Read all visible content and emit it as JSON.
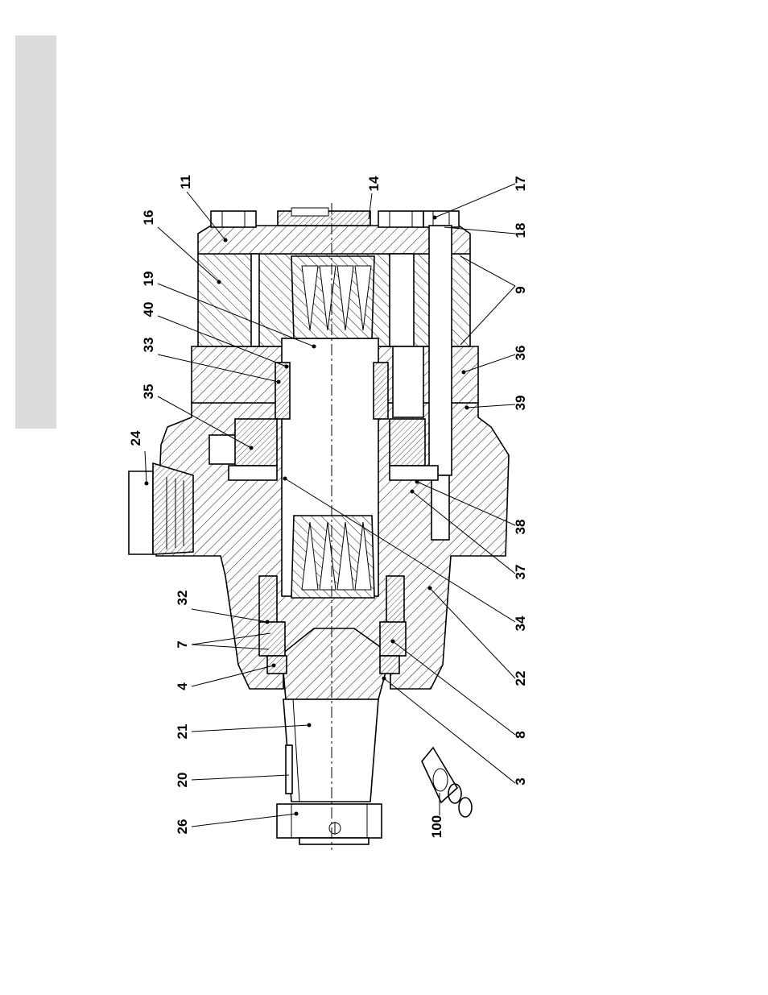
{
  "page": {
    "side_tab_color": "#dcdcdc",
    "background": "#ffffff",
    "ink": "#000000"
  },
  "callouts": {
    "c11": "11",
    "c16": "16",
    "c19": "19",
    "c40": "40",
    "c33": "33",
    "c35": "35",
    "c24": "24",
    "c32": "32",
    "c7": "7",
    "c4": "4",
    "c21": "21",
    "c20": "20",
    "c26": "26",
    "c100": "100",
    "c14": "14",
    "c17": "17",
    "c18": "18",
    "c9": "9",
    "c36": "36",
    "c39": "39",
    "c38": "38",
    "c37": "37",
    "c34": "34",
    "c22": "22",
    "c8": "8",
    "c3": "3"
  }
}
